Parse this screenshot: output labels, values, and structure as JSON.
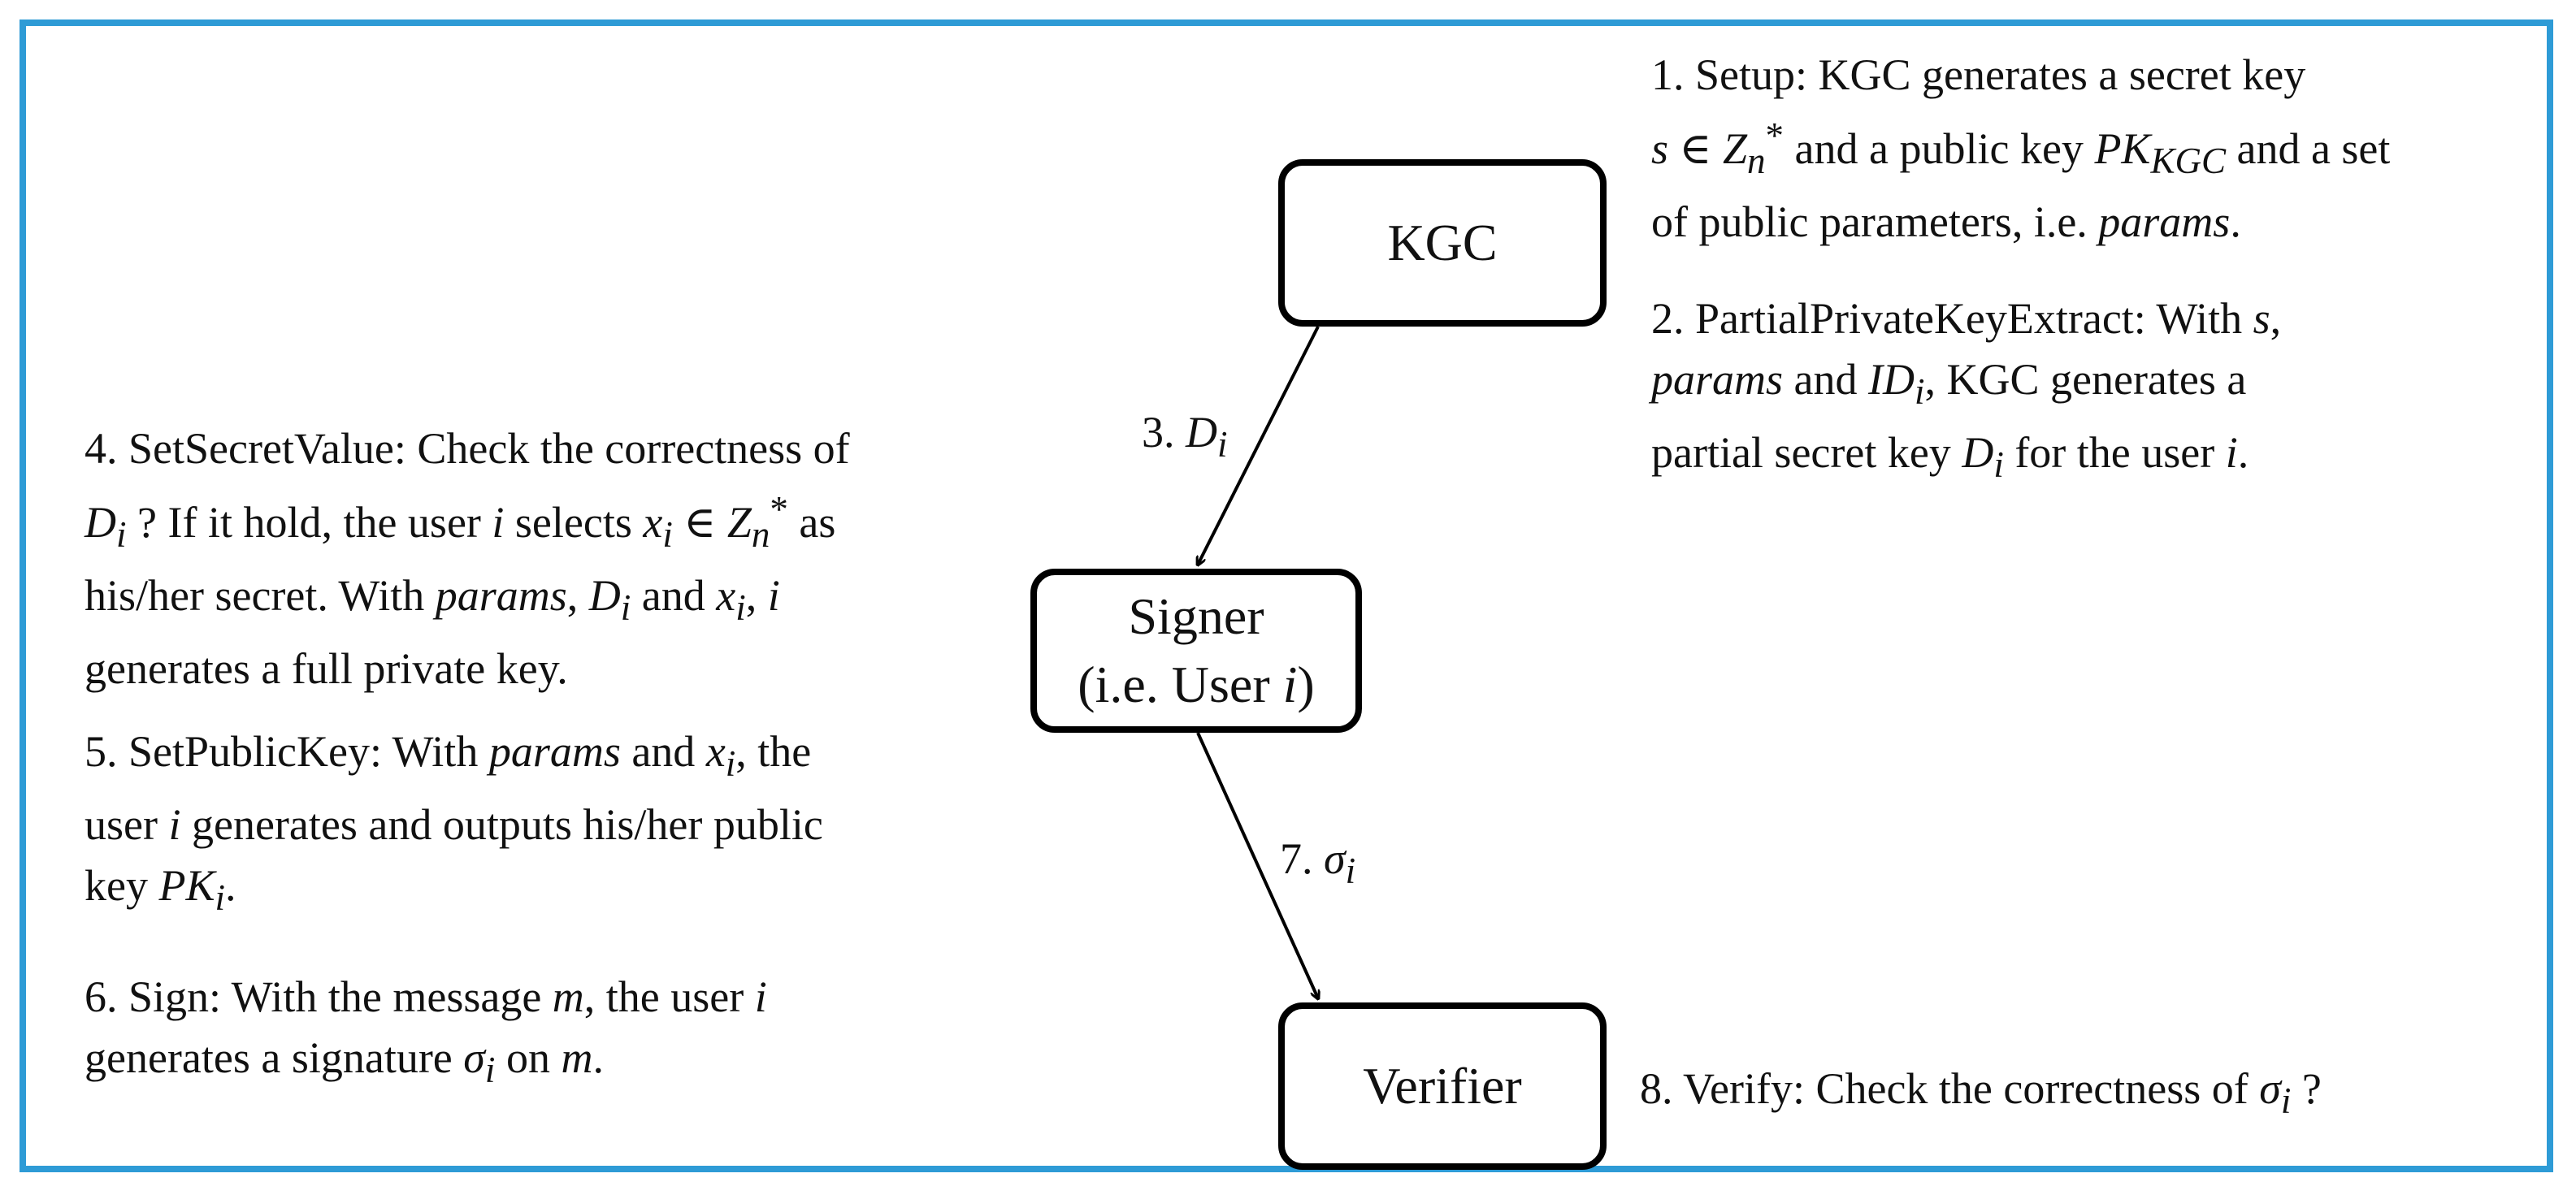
{
  "colors": {
    "frame": "#2e9bd6",
    "stroke": "#000000",
    "text": "#111111"
  },
  "nodes": {
    "kgc": {
      "label": "KGC"
    },
    "signer": {
      "line1": "Signer",
      "line2_pre": "(i.e. User ",
      "line2_var": "i",
      "line2_post": ")"
    },
    "verifier": {
      "label": "Verifier"
    }
  },
  "edges": {
    "kgc_to_signer": {
      "num": "3. ",
      "sym": "D",
      "sub": "i"
    },
    "signer_to_verifier": {
      "num": "7. ",
      "sym": "σ",
      "sub": "i"
    }
  },
  "steps": {
    "setup": {
      "l1": "1. Setup: KGC generates a secret key",
      "l2_s": "s",
      "l2_in": " ∈ ",
      "l2_Z": "Z",
      "l2_n": "n",
      "l2_star": "*",
      "l2_mid": " and a public key ",
      "l2_PK": "PK",
      "l2_sub": "KGC",
      "l2_end": " and a set",
      "l3_pre": "of public parameters, i.e. ",
      "l3_params": "params",
      "l3_end": "."
    },
    "partial": {
      "l1_pre": "2. PartialPrivateKeyExtract: With ",
      "l1_s": "s",
      "l1_end": ",",
      "l2_params": "params",
      "l2_and": " and ",
      "l2_ID": "ID",
      "l2_sub": "i",
      "l2_end": ", KGC generates a",
      "l3_pre": "partial secret key ",
      "l3_D": "D",
      "l3_sub": "i",
      "l3_mid": " for the user ",
      "l3_i": "i",
      "l3_end": "."
    },
    "setsecret": {
      "l1": "4. SetSecretValue: Check the correctness of",
      "l2_D": "D",
      "l2_sub": "i",
      "l2_mid": " ? If it hold, the user ",
      "l2_i": "i",
      "l2_sel": " selects ",
      "l2_x": "x",
      "l2_xsub": "i",
      "l2_in": " ∈ ",
      "l2_Z": "Z",
      "l2_n": "n",
      "l2_star": "*",
      "l2_end": " as",
      "l3_pre": "his/her secret. With ",
      "l3_params": "params",
      "l3_c1": ", ",
      "l3_D": "D",
      "l3_Dsub": "i",
      "l3_and": " and ",
      "l3_x": "x",
      "l3_xsub": "i",
      "l3_c2": ", ",
      "l3_i": "i",
      "l4": "generates a full private key."
    },
    "setpublic": {
      "l1_pre": "5. SetPublicKey: With ",
      "l1_params": "params",
      "l1_and": " and ",
      "l1_x": "x",
      "l1_xsub": "i",
      "l1_end": ", the",
      "l2_pre": "user ",
      "l2_i": "i",
      "l2_end": " generates and outputs his/her public",
      "l3_pre": "key ",
      "l3_PK": "PK",
      "l3_sub": "i",
      "l3_end": "."
    },
    "sign": {
      "l1_pre": "6. Sign: With the message ",
      "l1_m": "m",
      "l1_mid": ", the user ",
      "l1_i": "i",
      "l2_pre": "generates a signature ",
      "l2_sig": "σ",
      "l2_sub": "i",
      "l2_on": " on ",
      "l2_m": "m",
      "l2_end": "."
    },
    "verify": {
      "l1_pre": "8. Verify: Check the correctness of ",
      "l1_sig": "σ",
      "l1_sub": "i",
      "l1_end": " ?"
    }
  }
}
